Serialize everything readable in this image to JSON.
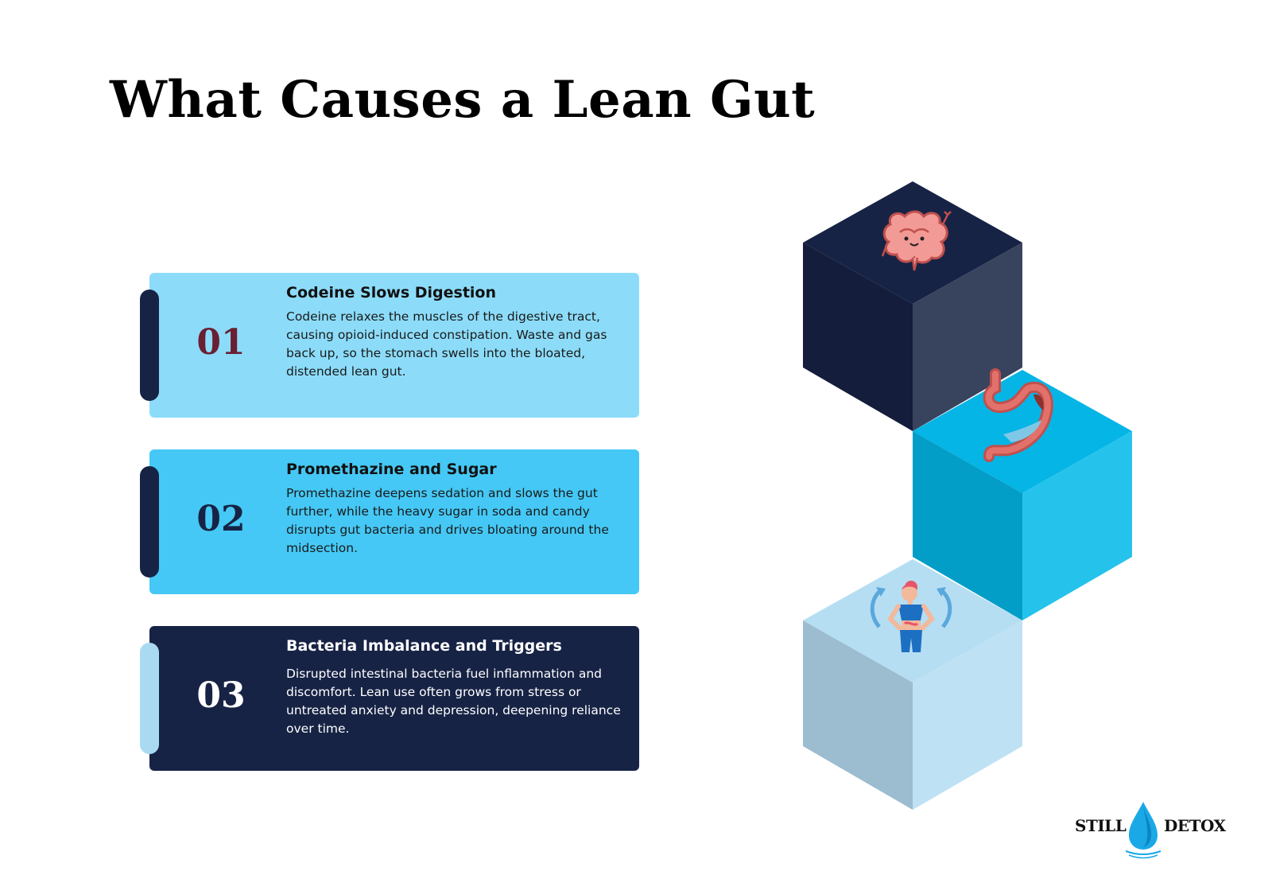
{
  "title": "What Causes a Lean Gut",
  "items": [
    {
      "number": "01",
      "heading": "Codeine Slows Digestion",
      "body": "Codeine relaxes the muscles of the digestive tract, causing opioid-induced constipation. Waste and gas back up, so the stomach swells into the bloated, distended lean gut."
    },
    {
      "number": "02",
      "heading": "Promethazine and Sugar",
      "body": "Promethazine deepens sedation and slows the gut further, while the heavy sugar in soda and candy disrupts gut bacteria and drives bloating around the midsection."
    },
    {
      "number": "03",
      "heading": "Bacteria Imbalance and Triggers",
      "body": "Disrupted intestinal bacteria fuel inflammation and discomfort. Lean use often grows from stress or untreated anxiety and depression, deepening reliance over time."
    }
  ],
  "icons": [
    "intestine-icon",
    "stomach-icon",
    "gut-health-person-icon",
    "water-drop-icon"
  ],
  "colors": {
    "navy": "#172345",
    "light_blue": "#8cdcf9",
    "sky_blue": "#45c8f5",
    "pale_blue": "#a9daf2",
    "maroon": "#6a1f33"
  },
  "logo": {
    "left_text": "STILL",
    "right_text": "DETOX"
  }
}
